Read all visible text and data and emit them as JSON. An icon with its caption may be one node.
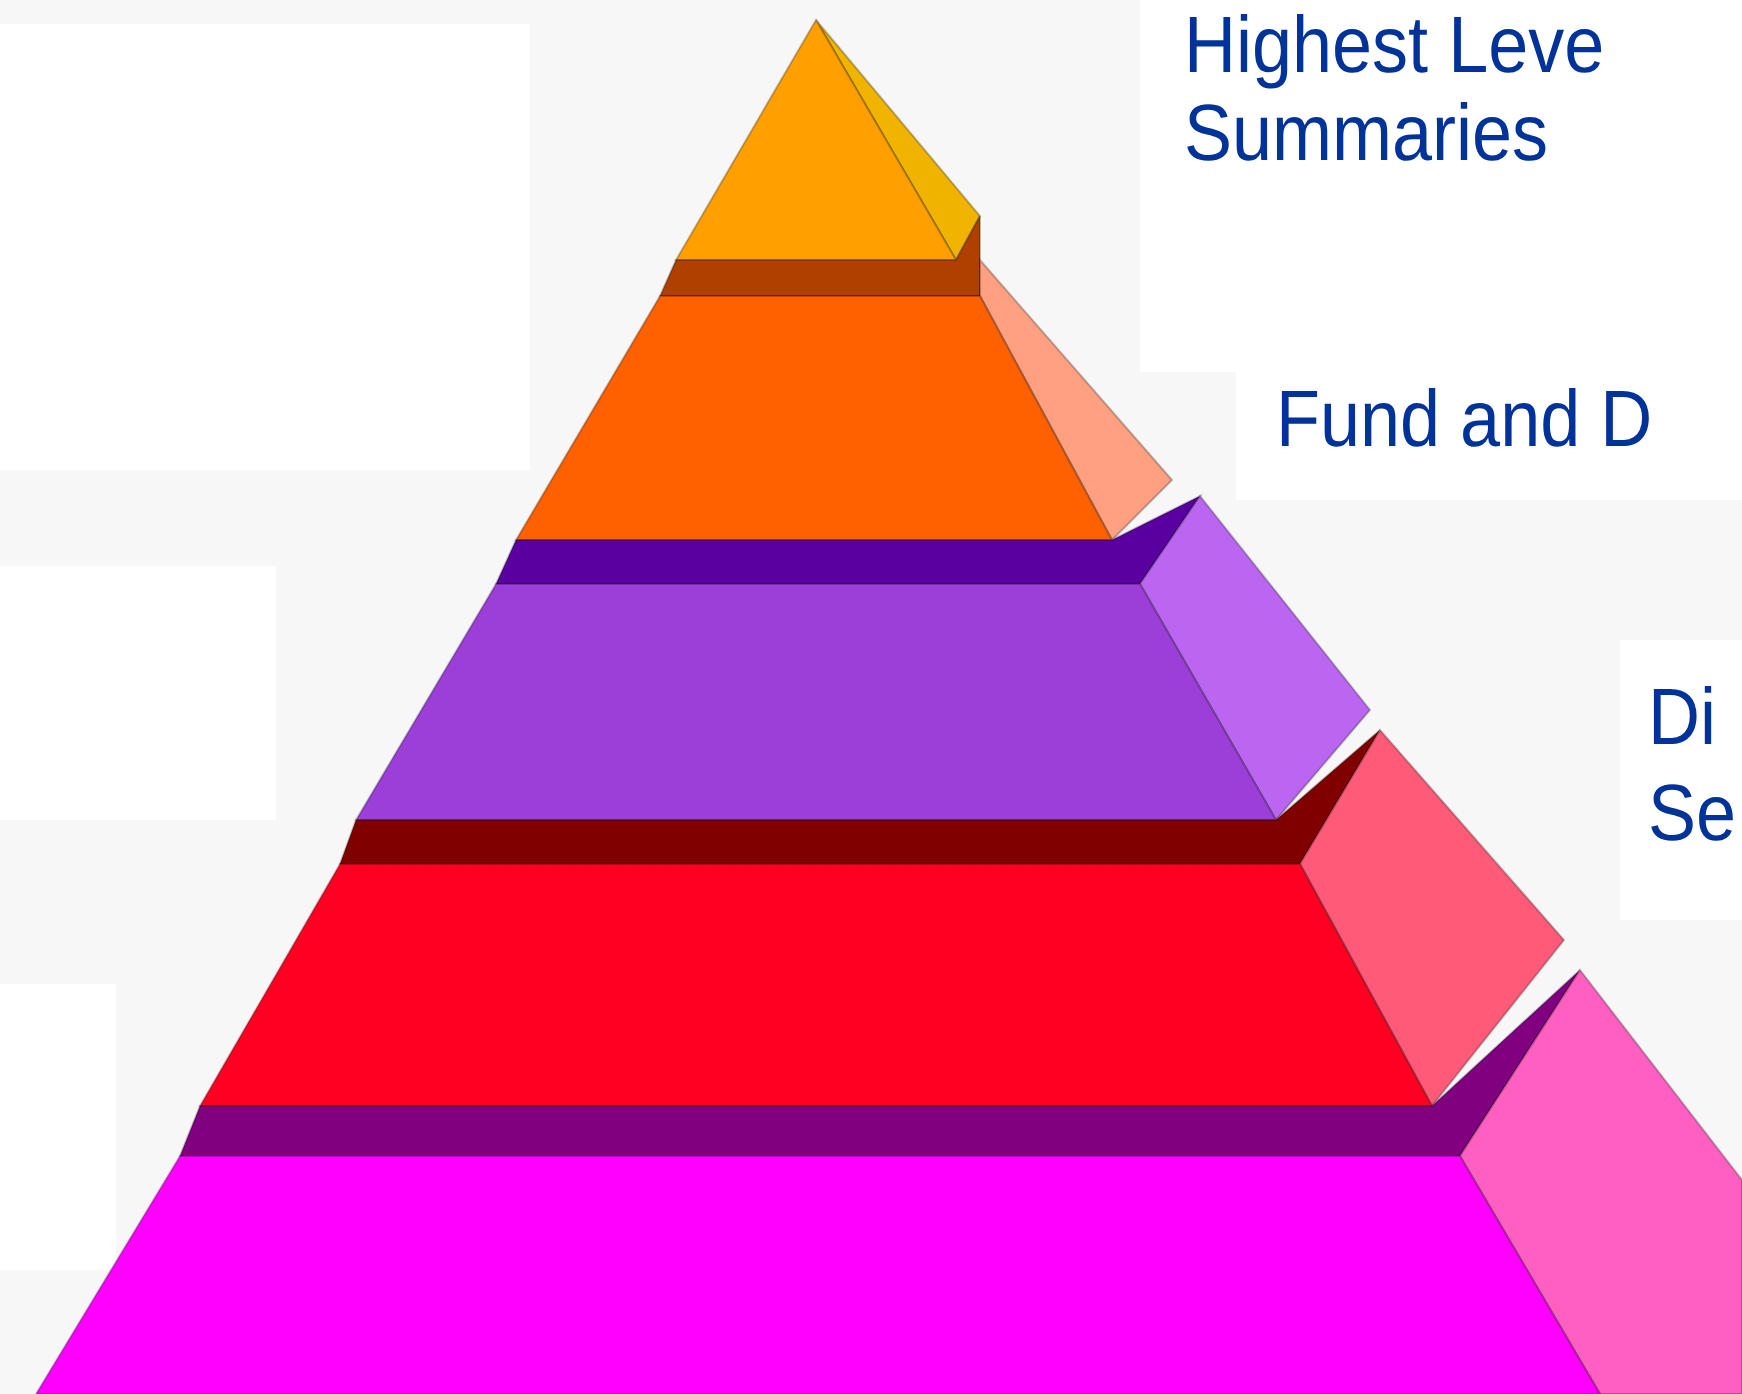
{
  "diagram": {
    "labels": [
      "Highest Leve",
      "Summaries",
      "Fund and D",
      "Di",
      "Se"
    ]
  }
}
